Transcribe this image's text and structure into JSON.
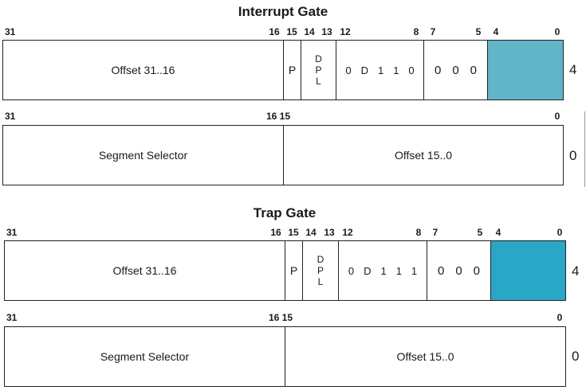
{
  "interrupt_gate": {
    "title": "Interrupt Gate",
    "high": {
      "bits": {
        "b31": "31",
        "b16": "16",
        "b15": "15",
        "b14": "14",
        "b13": "13",
        "b12": "12",
        "b8": "8",
        "b7": "7",
        "b5": "5",
        "b4": "4",
        "b0": "0"
      },
      "offset_label": "Offset 31..16",
      "p": "P",
      "dpl": [
        "D",
        "P",
        "L"
      ],
      "type_bits": [
        "0",
        "D",
        "1",
        "1",
        "0"
      ],
      "zeros": [
        "0",
        "0",
        "0"
      ],
      "reserved_color": "#62b4c7",
      "byte_offset": "4"
    },
    "low": {
      "bits": {
        "b31": "31",
        "b16_15": "16 15",
        "b0": "0"
      },
      "selector_label": "Segment Selector",
      "offset_label": "Offset 15..0",
      "byte_offset": "0"
    }
  },
  "trap_gate": {
    "title": "Trap Gate",
    "high": {
      "bits": {
        "b31": "31",
        "b16": "16",
        "b15": "15",
        "b14": "14",
        "b13": "13",
        "b12": "12",
        "b8": "8",
        "b7": "7",
        "b5": "5",
        "b4": "4",
        "b0": "0"
      },
      "offset_label": "Offset 31..16",
      "p": "P",
      "dpl": [
        "D",
        "P",
        "L"
      ],
      "type_bits": [
        "0",
        "D",
        "1",
        "1",
        "1"
      ],
      "zeros": [
        "0",
        "0",
        "0"
      ],
      "reserved_color": "#2aa6c6",
      "byte_offset": "4"
    },
    "low": {
      "bits": {
        "b31": "31",
        "b16_15": "16 15",
        "b0": "0"
      },
      "selector_label": "Segment Selector",
      "offset_label": "Offset 15..0",
      "byte_offset": "0"
    }
  }
}
